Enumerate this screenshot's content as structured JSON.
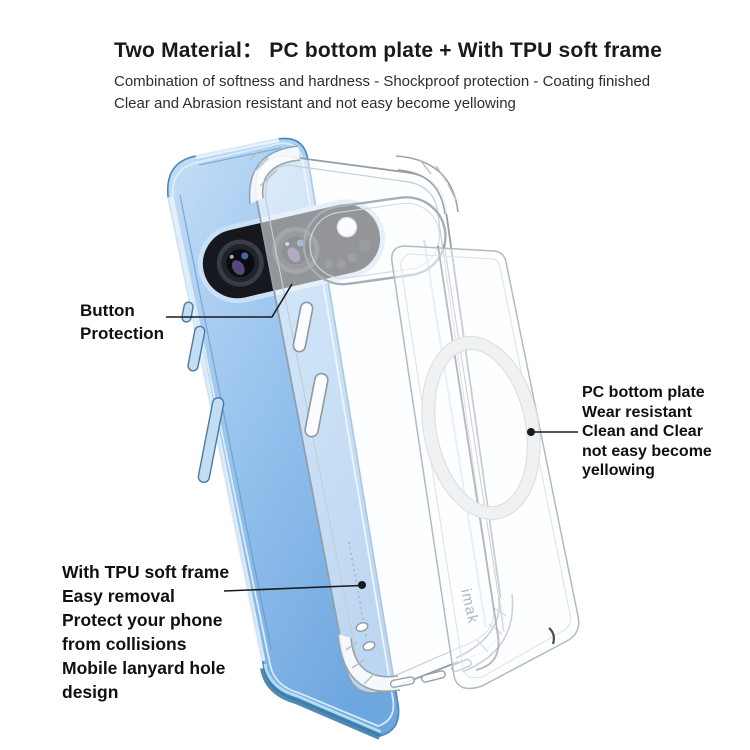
{
  "header": {
    "title": "Two Material：  PC bottom plate + With TPU soft frame",
    "subtitle_line1": "Combination of softness and hardness - Shockproof protection - Coating finished",
    "subtitle_line2": "Clear and Abrasion resistant and not easy become yellowing"
  },
  "annotations": {
    "button_protection": {
      "lines": [
        "Button",
        "Protection"
      ]
    },
    "pc_bottom_plate": {
      "lines": [
        "PC bottom plate",
        "Wear resistant",
        "Clean and Clear",
        "not easy become",
        "yellowing"
      ]
    },
    "tpu_soft_frame": {
      "lines": [
        "With TPU soft frame",
        "Easy removal",
        "Protect your phone",
        "from collisions",
        "Mobile lanyard hole",
        "design"
      ]
    }
  },
  "product": {
    "brand_text": "imak"
  },
  "colors": {
    "phone_blue": "#9ac5ef",
    "phone_edge": "#4d86b5",
    "visor_black": "#16181d",
    "case_outline": "#959ea7",
    "ring_white": "#eff1f2",
    "annotation_ink": "#1a1a1a"
  }
}
